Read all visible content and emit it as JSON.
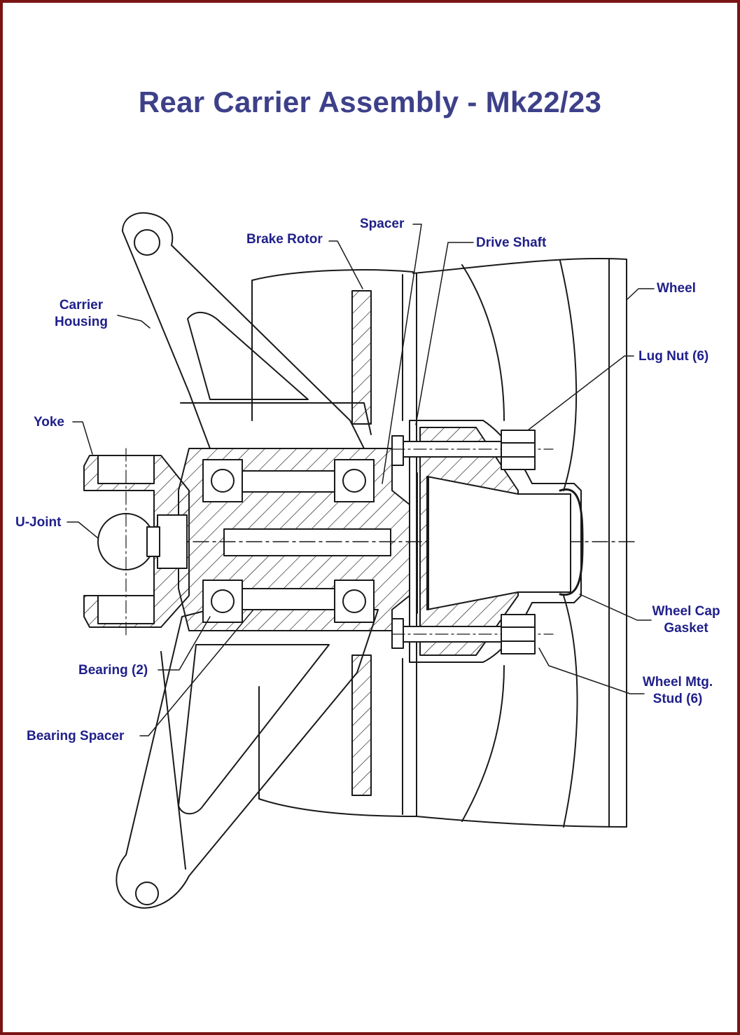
{
  "title": "Rear Carrier Assembly - Mk22/23",
  "colors": {
    "frame": "#7a1414",
    "title": "#3d4089",
    "label": "#1f1f8a",
    "line": "#1a1a1a"
  },
  "labels": {
    "spacer": "Spacer",
    "brake_rotor": "Brake Rotor",
    "drive_shaft": "Drive Shaft",
    "wheel": "Wheel",
    "carrier_housing_1": "Carrier",
    "carrier_housing_2": "Housing",
    "lug_nut": "Lug Nut (6)",
    "yoke": "Yoke",
    "u_joint": "U-Joint",
    "wheel_cap_gasket_1": "Wheel Cap",
    "wheel_cap_gasket_2": "Gasket",
    "bearing": "Bearing (2)",
    "wheel_mtg_stud_1": "Wheel Mtg.",
    "wheel_mtg_stud_2": "Stud  (6)",
    "bearing_spacer": "Bearing Spacer"
  }
}
